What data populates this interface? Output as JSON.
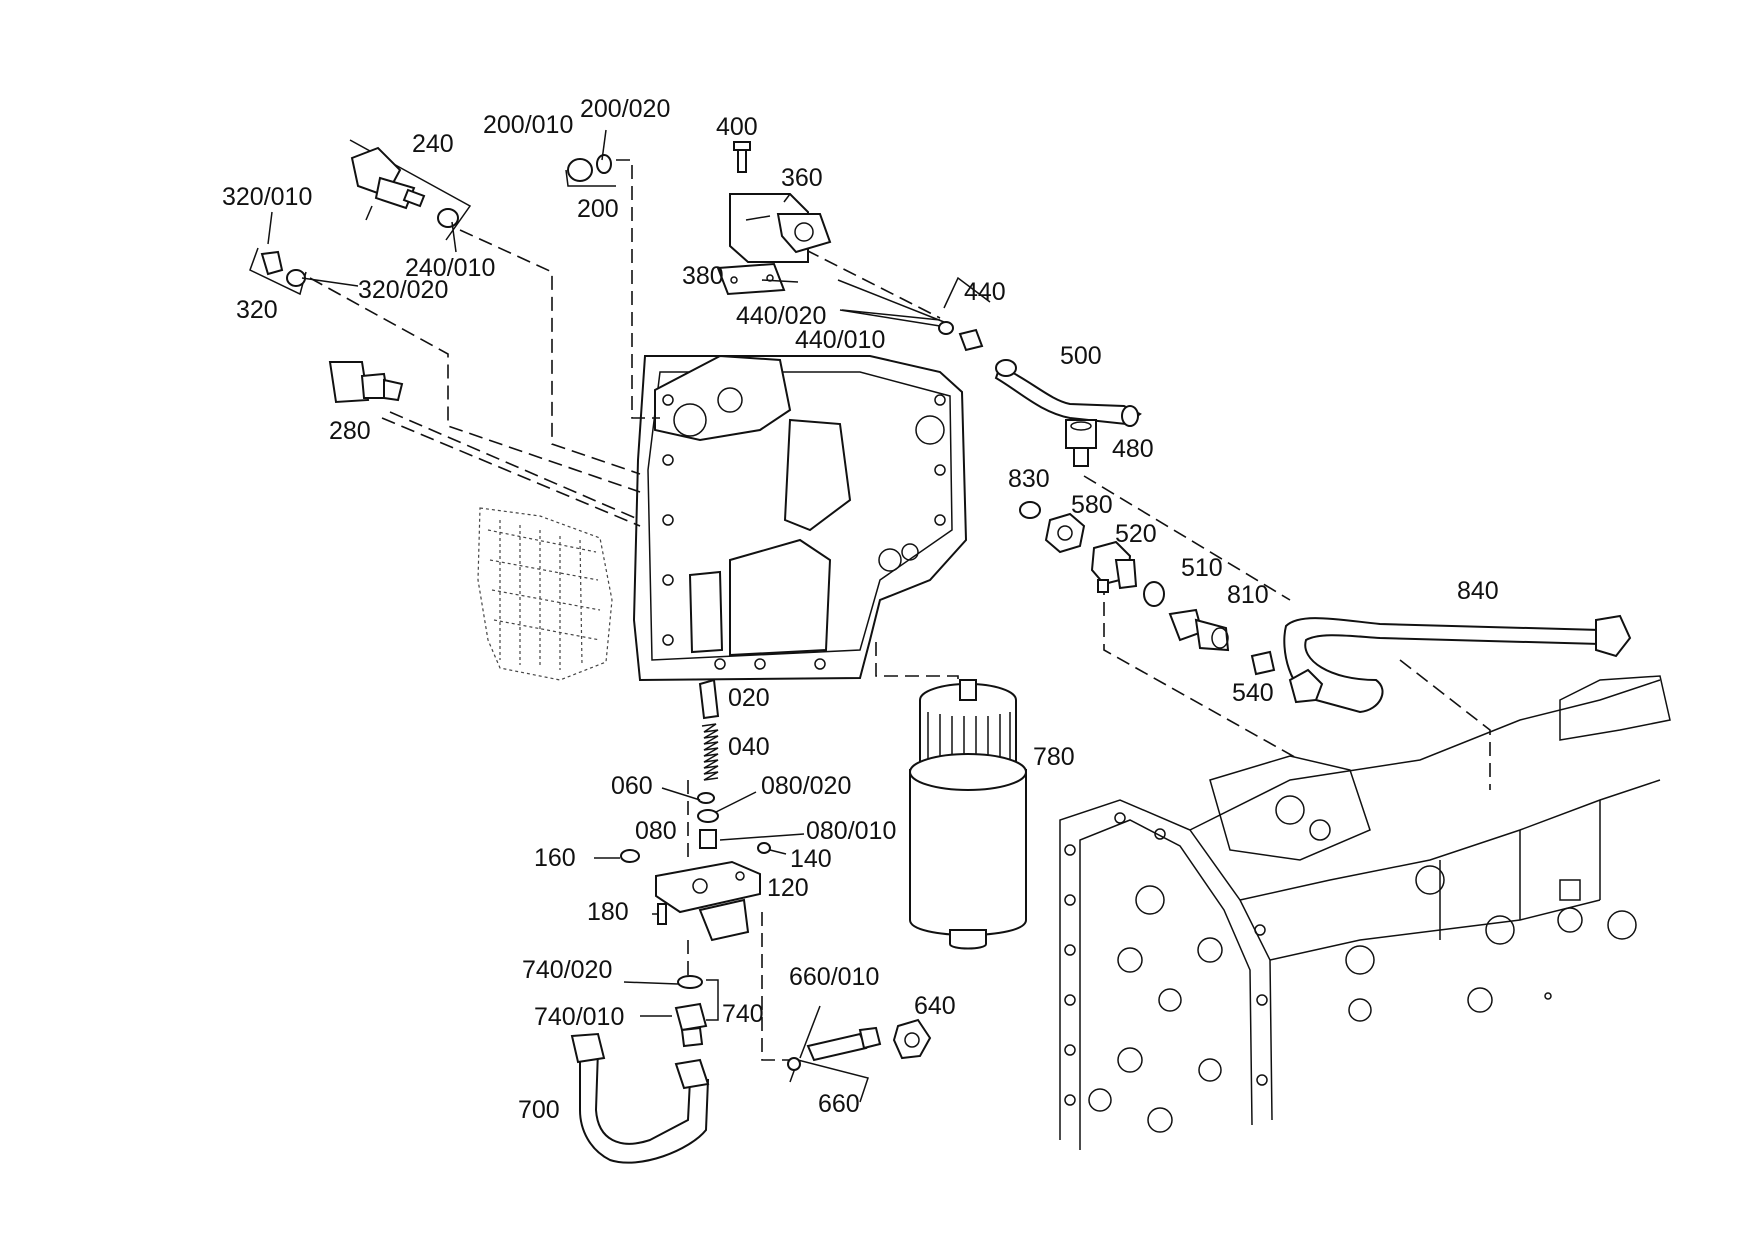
{
  "labels": {
    "p240": "240",
    "p200_010": "200/010",
    "p200_020": "200/020",
    "p200": "200",
    "p400": "400",
    "p360": "360",
    "p320_010": "320/010",
    "p240_010": "240/010",
    "p320_020": "320/020",
    "p320": "320",
    "p380": "380",
    "p440": "440",
    "p440_020": "440/020",
    "p440_010": "440/010",
    "p500": "500",
    "p280": "280",
    "p480": "480",
    "p830": "830",
    "p580": "580",
    "p520": "520",
    "p510": "510",
    "p810": "810",
    "p840": "840",
    "p540": "540",
    "p020": "020",
    "p040": "040",
    "p780": "780",
    "p060": "060",
    "p080_020": "080/020",
    "p080": "080",
    "p080_010": "080/010",
    "p160": "160",
    "p140": "140",
    "p120": "120",
    "p180": "180",
    "p740_020": "740/020",
    "p660_010": "660/010",
    "p640": "640",
    "p740_010": "740/010",
    "p740": "740",
    "p660": "660",
    "p700": "700"
  }
}
